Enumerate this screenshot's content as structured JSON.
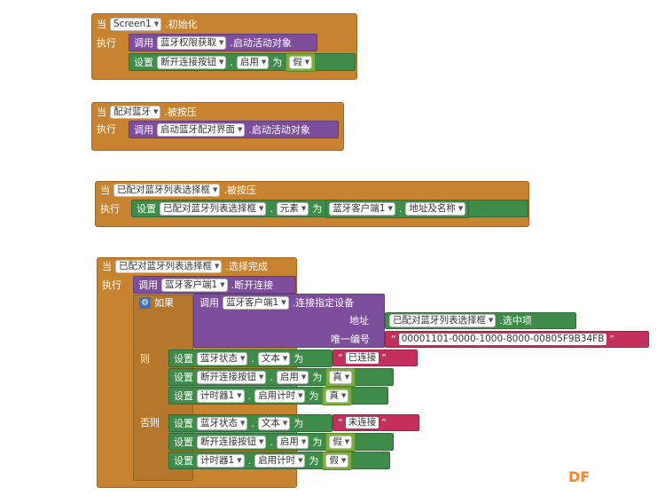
{
  "blocks": {
    "b1": {
      "when": "当",
      "comp": "Screen1",
      "event": ".初始化",
      "do": "执行",
      "s1": {
        "call": "调用",
        "comp": "蓝牙权限获取",
        "method": ".启动活动对象"
      },
      "s2": {
        "set": "设置",
        "comp": "断开连接按钮",
        "dot": ".",
        "prop": "启用",
        "to": "为",
        "val": "假"
      }
    },
    "b2": {
      "when": "当",
      "comp": "配对蓝牙",
      "event": ".被按压",
      "do": "执行",
      "s1": {
        "call": "调用",
        "comp": "启动蓝牙配对界面",
        "method": ".启动活动对象"
      }
    },
    "b3": {
      "when": "当",
      "comp": "已配对蓝牙列表选择框",
      "event": ".被按压",
      "do": "执行",
      "s1": {
        "set": "设置",
        "comp": "已配对蓝牙列表选择框",
        "dot": ".",
        "prop": "元素",
        "to": "为",
        "vcomp": "蓝牙客户端1",
        "vdot": ".",
        "vprop": "地址及名称"
      }
    },
    "b4": {
      "when": "当",
      "comp": "已配对蓝牙列表选择框",
      "event": ".选择完成",
      "do": "执行",
      "s1": {
        "call": "调用",
        "comp": "蓝牙客户端1",
        "method": ".断开连接"
      },
      "if": "如果",
      "cond": {
        "call": "调用",
        "comp": "蓝牙客户端1",
        "method": ".连接指定设备",
        "addr_label": "地址",
        "addr_comp": "已配对蓝牙列表选择框",
        "addr_prop": ".选中项",
        "uuid_label": "唯一编号",
        "uuid": "00001101-0000-1000-8000-00805F9B34FB"
      },
      "then": "则",
      "t1": {
        "set": "设置",
        "comp": "蓝牙状态",
        "dot": ".",
        "prop": "文本",
        "to": "为",
        "val": "已连接"
      },
      "t2": {
        "set": "设置",
        "comp": "断开连接按钮",
        "dot": ".",
        "prop": "启用",
        "to": "为",
        "val": "真"
      },
      "t3": {
        "set": "设置",
        "comp": "计时器1",
        "dot": ".",
        "prop": "启用计时",
        "to": "为",
        "val": "真"
      },
      "else": "否则",
      "e1": {
        "set": "设置",
        "comp": "蓝牙状态",
        "dot": ".",
        "prop": "文本",
        "to": "为",
        "val": "未连接"
      },
      "e2": {
        "set": "设置",
        "comp": "断开连接按钮",
        "dot": ".",
        "prop": "启用",
        "to": "为",
        "val": "假"
      },
      "e3": {
        "set": "设置",
        "comp": "计时器1",
        "dot": ".",
        "prop": "启用计时",
        "to": "为",
        "val": "假"
      }
    }
  },
  "quote_open": "“",
  "quote_close": "”",
  "watermark": "DF",
  "colors": {
    "event": "#c88330",
    "procedure": "#7c4e9b",
    "setter": "#3e8b4a",
    "logic": "#7aaf3a",
    "text": "#c42f5b"
  }
}
